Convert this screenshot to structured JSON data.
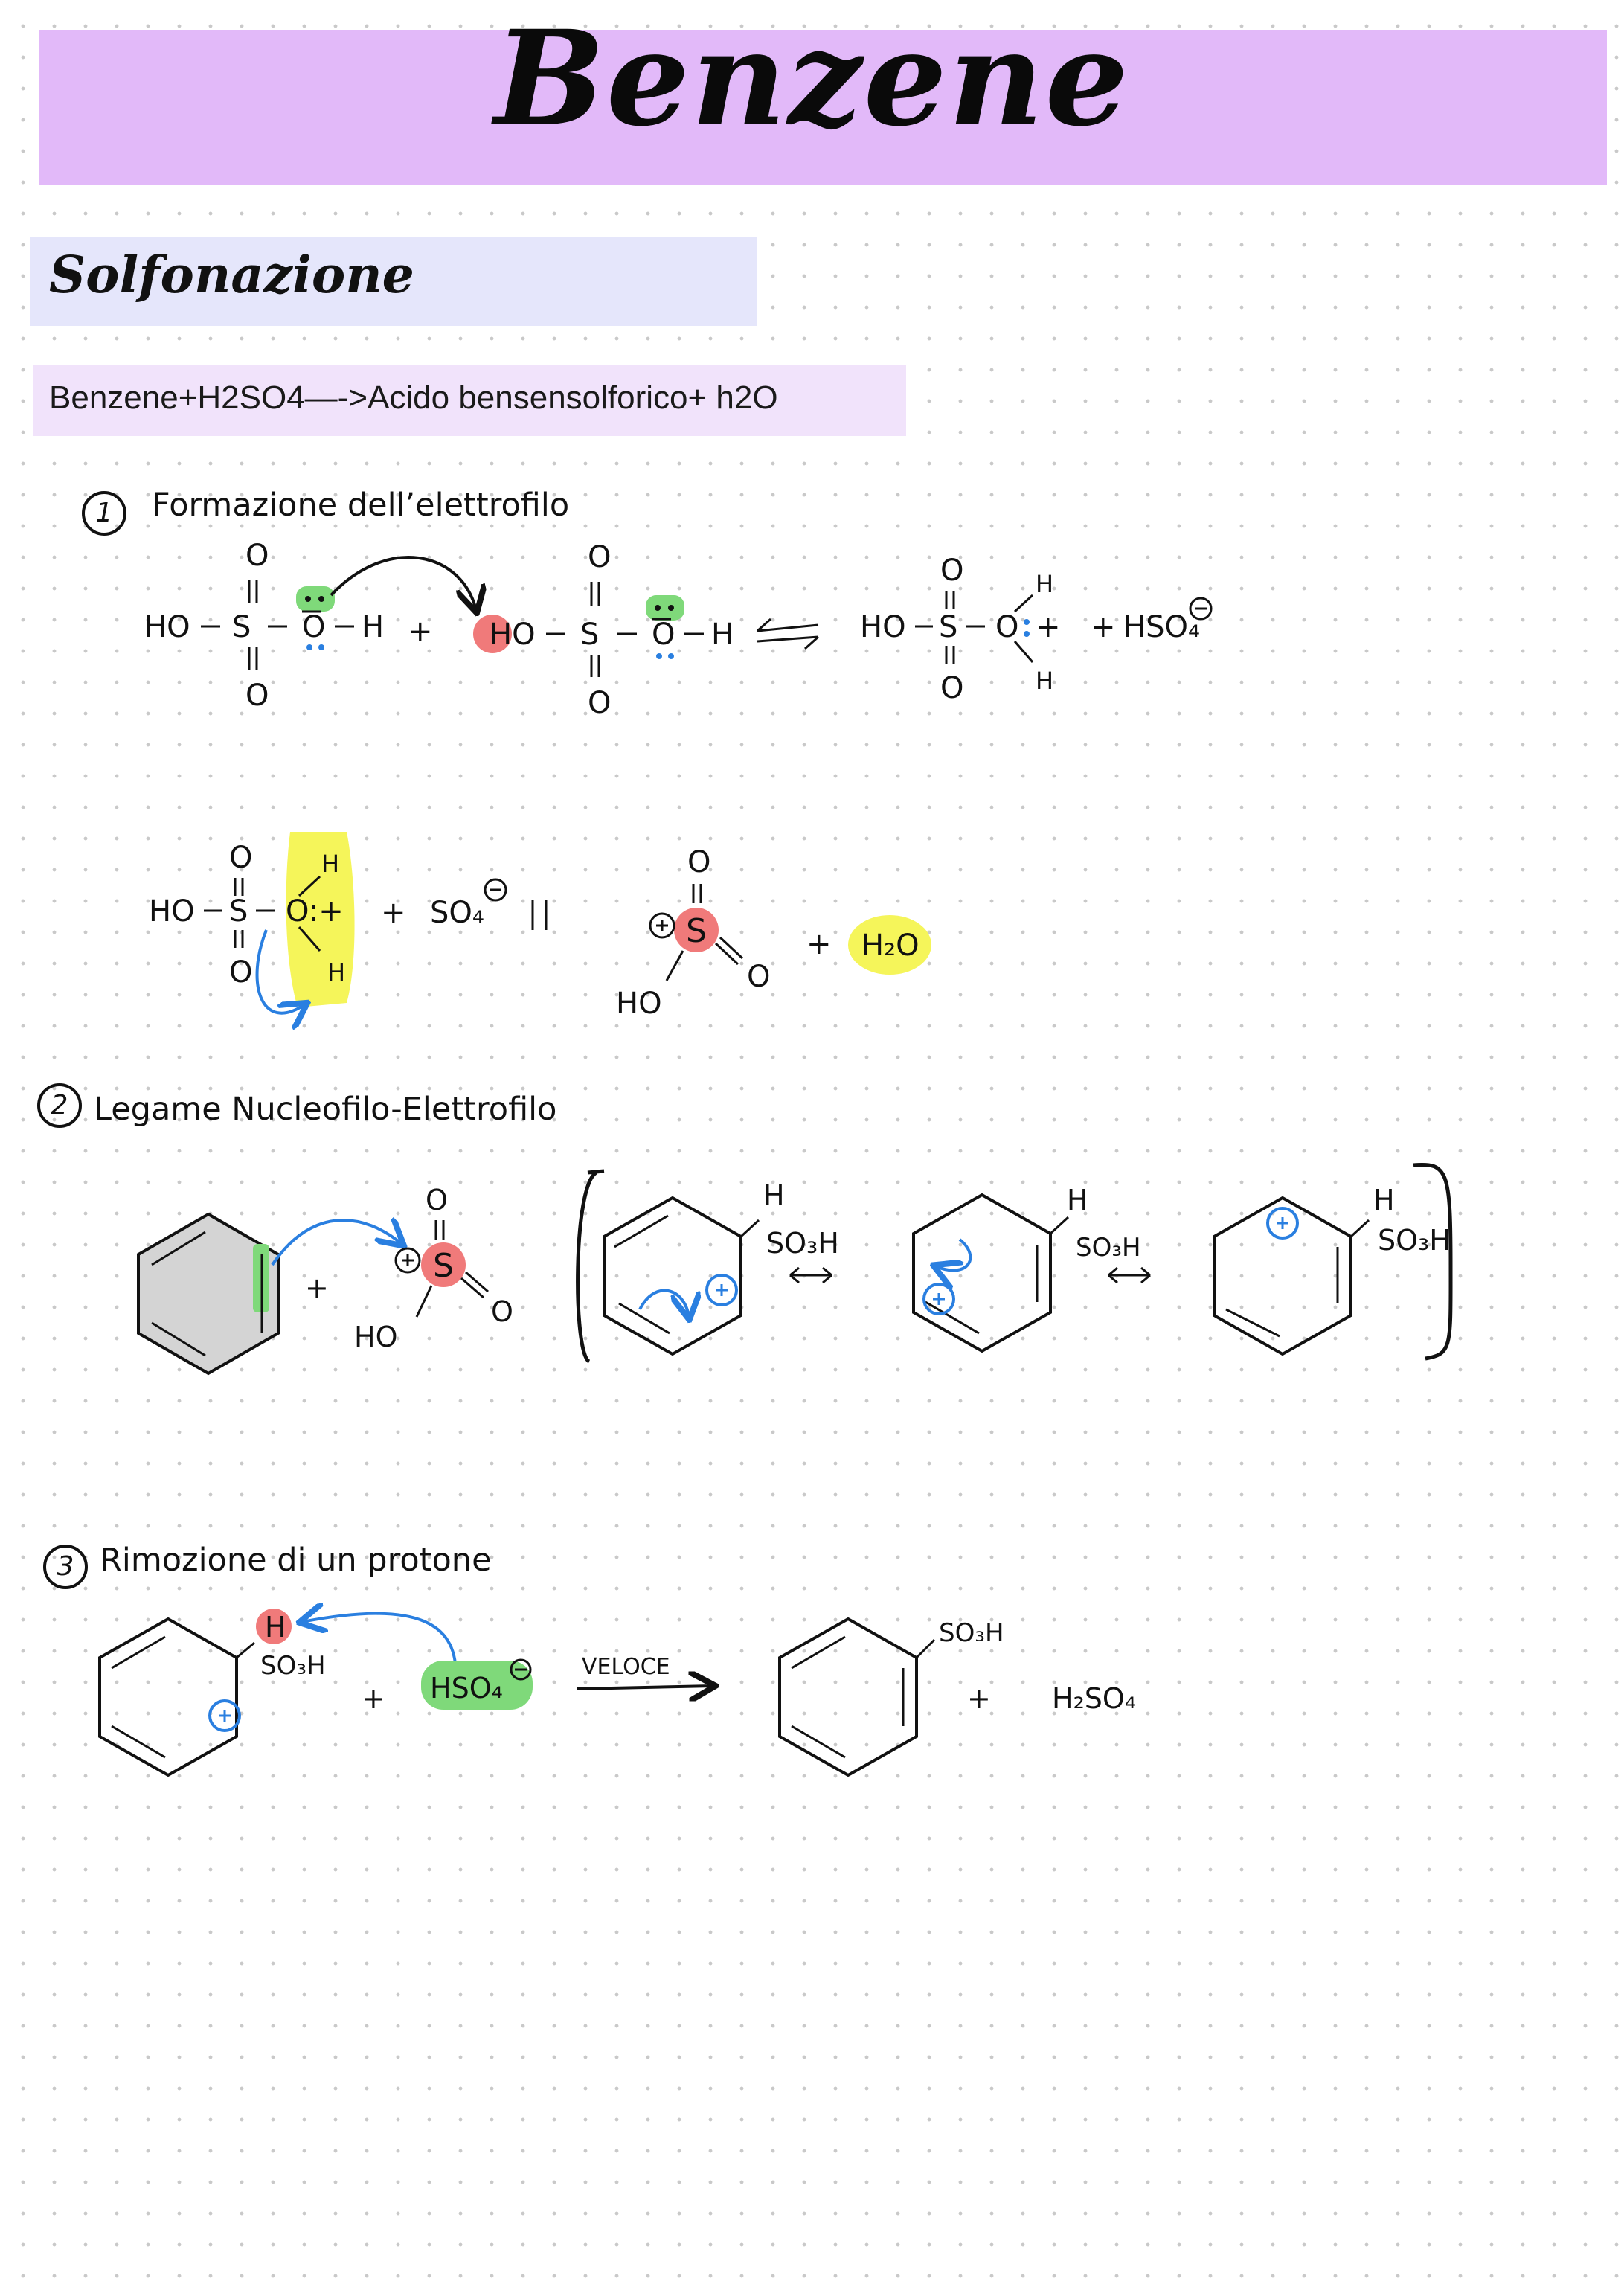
{
  "header": {
    "title": "Benzene"
  },
  "section": {
    "title": "Solfonazione"
  },
  "reaction": {
    "equation": "Benzene+H2SO4—->Acido bensensolforico+ h2O"
  },
  "steps": [
    {
      "number": "1",
      "label": "Formazione dell’elettrofilo"
    },
    {
      "number": "2",
      "label": "Legame Nucleofilo-Elettrofilo"
    },
    {
      "number": "3",
      "label": "Rimozione di un protone"
    }
  ],
  "labels": {
    "ho": "HO",
    "h": "H",
    "o": "O",
    "s": "S",
    "plus": "+",
    "so3h": "SO₃H",
    "hso4": "HSO₄",
    "so4": "SO₄",
    "h2o": "H₂O",
    "h2so4": "H₂SO₄",
    "veloce": "VELOCE",
    "oh_plus": "O:+",
    "equilibrium": "⇌"
  },
  "colors": {
    "title_band": "#e2b9f9",
    "section_band": "#e5e6fb",
    "equation_band": "#f1e3fb",
    "green_highlight": "#7fd97a",
    "red_highlight": "#f07a7a",
    "yellow_highlight": "#f5f55a",
    "blue_marks": "#2a7fe0",
    "ring_fill": "#d4d4d4"
  }
}
